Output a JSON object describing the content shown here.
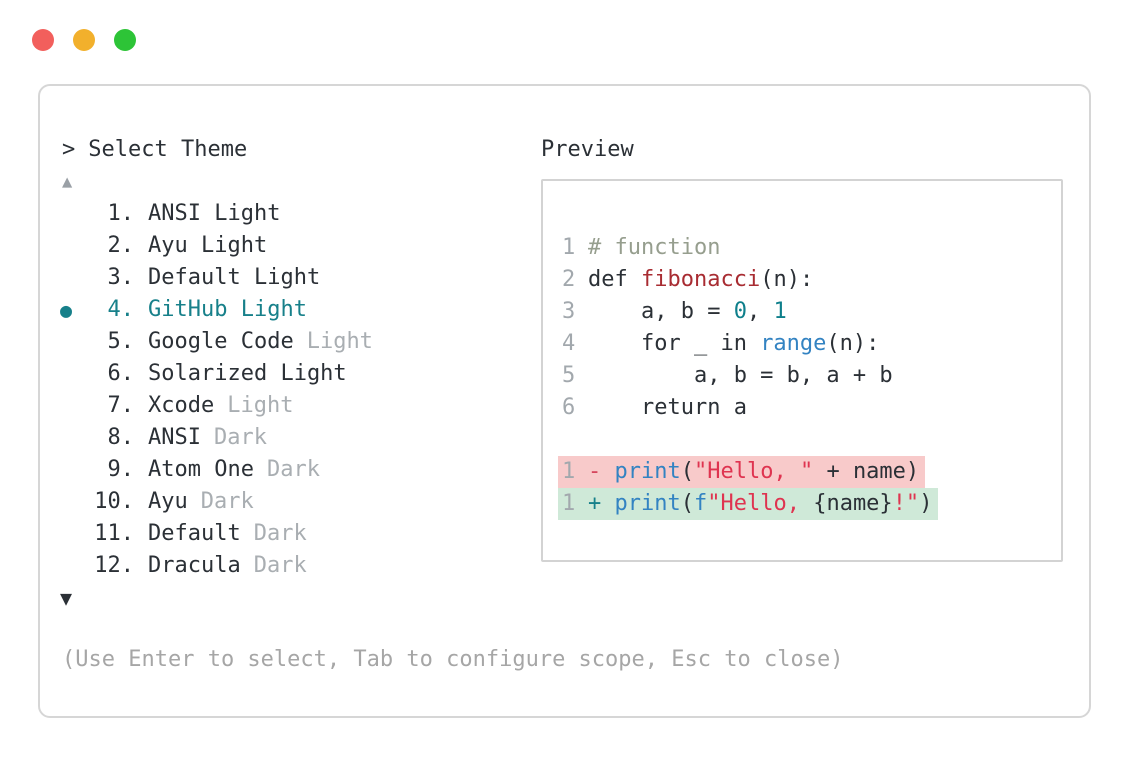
{
  "window": {
    "traffic_lights": [
      {
        "name": "close",
        "color": "#f25f5c"
      },
      {
        "name": "minimize",
        "color": "#f2b02c"
      },
      {
        "name": "zoom",
        "color": "#2dc437"
      }
    ]
  },
  "theme_picker": {
    "prompt_symbol": ">",
    "title": "Select Theme",
    "scroll_up_indicator": "▲",
    "scroll_down_indicator": "▼",
    "selected_indicator": "●",
    "items": [
      {
        "number": "1.",
        "label": "ANSI Light",
        "muted": "",
        "selected": false
      },
      {
        "number": "2.",
        "label": "Ayu Light",
        "muted": "",
        "selected": false
      },
      {
        "number": "3.",
        "label": "Default Light",
        "muted": "",
        "selected": false
      },
      {
        "number": "4.",
        "label": "GitHub Light",
        "muted": "",
        "selected": true
      },
      {
        "number": "5.",
        "label": "Google Code",
        "muted": "Light",
        "selected": false
      },
      {
        "number": "6.",
        "label": "Solarized Light",
        "muted": "",
        "selected": false
      },
      {
        "number": "7.",
        "label": "Xcode",
        "muted": "Light",
        "selected": false
      },
      {
        "number": "8.",
        "label": "ANSI",
        "muted": "Dark",
        "selected": false
      },
      {
        "number": "9.",
        "label": "Atom One",
        "muted": "Dark",
        "selected": false
      },
      {
        "number": "10.",
        "label": "Ayu",
        "muted": "Dark",
        "selected": false
      },
      {
        "number": "11.",
        "label": "Default",
        "muted": "Dark",
        "selected": false
      },
      {
        "number": "12.",
        "label": "Dracula",
        "muted": "Dark",
        "selected": false
      }
    ],
    "footer_hint": "(Use Enter to select, Tab to configure scope, Esc to close)"
  },
  "preview": {
    "title": "Preview",
    "code_lines": [
      {
        "num": "1",
        "bg": "none",
        "segments": [
          [
            "comment",
            "# function"
          ]
        ]
      },
      {
        "num": "2",
        "bg": "none",
        "segments": [
          [
            "code",
            "def "
          ],
          [
            "func",
            "fibonacci"
          ],
          [
            "code",
            "(n):"
          ]
        ]
      },
      {
        "num": "3",
        "bg": "none",
        "segments": [
          [
            "code",
            "    a, b = "
          ],
          [
            "number",
            "0"
          ],
          [
            "code",
            ", "
          ],
          [
            "number",
            "1"
          ]
        ]
      },
      {
        "num": "4",
        "bg": "none",
        "segments": [
          [
            "code",
            "    for _ in "
          ],
          [
            "builtin",
            "range"
          ],
          [
            "code",
            "(n):"
          ]
        ]
      },
      {
        "num": "5",
        "bg": "none",
        "segments": [
          [
            "code",
            "        a, b = b, a + b"
          ]
        ]
      },
      {
        "num": "6",
        "bg": "none",
        "segments": [
          [
            "code",
            "    return a"
          ]
        ]
      },
      {
        "num": "",
        "bg": "none",
        "segments": []
      },
      {
        "num": "1",
        "bg": "removed",
        "segments": [
          [
            "removed-marker",
            "- "
          ],
          [
            "builtin",
            "print"
          ],
          [
            "code",
            "("
          ],
          [
            "string",
            "\"Hello, \""
          ],
          [
            "code",
            " + name)"
          ]
        ]
      },
      {
        "num": "1",
        "bg": "added",
        "segments": [
          [
            "added-marker",
            "+ "
          ],
          [
            "builtin",
            "print"
          ],
          [
            "code",
            "("
          ],
          [
            "builtin",
            "f"
          ],
          [
            "string",
            "\"Hello, "
          ],
          [
            "code",
            "{name}"
          ],
          [
            "string",
            "!\""
          ],
          [
            "code",
            ")"
          ]
        ]
      }
    ]
  },
  "colors": {
    "accent-teal": "#17808a",
    "text-dark": "#2b3036",
    "text-muted": "#a9aeb2",
    "line-number": "#a2a8ad",
    "comment": "#969e8e",
    "func-red": "#a82c32",
    "num-teal": "#0e7f8b",
    "builtin-blue": "#3383c2",
    "string-red": "#df3450",
    "removed-marker": "#d6455c",
    "added-marker": "#17808a",
    "removed-bg": "#f8caca",
    "added-bg": "#cfe9d8",
    "border": "#d6d6d6",
    "footer-gray": "#a6a6a6",
    "tl-red": "#f25f5c",
    "tl-yellow": "#f2b02c",
    "tl-green": "#2dc437"
  }
}
